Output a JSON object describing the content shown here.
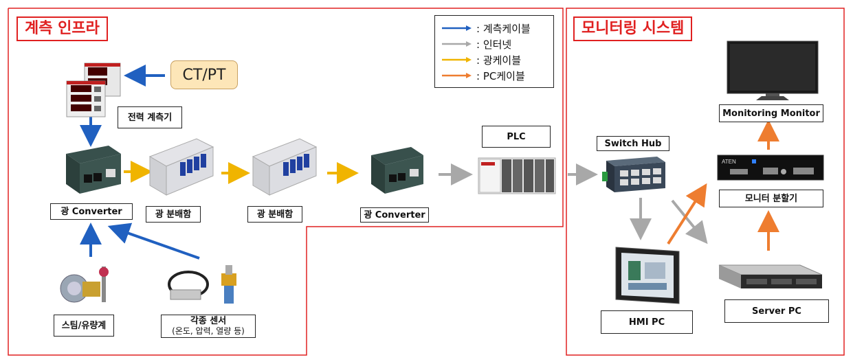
{
  "regions": {
    "left_title": "계측 인프라",
    "right_title": "모니터링 시스템"
  },
  "legend": {
    "items": [
      {
        "label": ": 계측케이블",
        "color": "#2060c0"
      },
      {
        "label": ": 인터넷",
        "color": "#a8a8a8"
      },
      {
        "label": ": 광케이블",
        "color": "#f0b400"
      },
      {
        "label": ": PC케이블",
        "color": "#ee7d30"
      }
    ]
  },
  "labels": {
    "ct_pt": "CT/PT",
    "power_meter": "전력 계측기",
    "optical_converter_left": "광 Converter",
    "optical_box_1": "광 분배함",
    "optical_box_2": "광 분배함",
    "optical_converter_right": "광 Converter",
    "plc": "PLC",
    "steam_flow": "스팀/유량계",
    "sensors_title": "각종 센서",
    "sensors_sub": "(온도, 압력, 열량 등)",
    "switch_hub": "Switch Hub",
    "monitoring_monitor": "Monitoring Monitor",
    "monitor_splitter": "모니터 분할기",
    "hmi_pc": "HMI PC",
    "server_pc": "Server PC"
  },
  "device_text": {
    "splitter_brand": "ATEN"
  },
  "colors": {
    "region_red": "#e02020",
    "measure_blue": "#2060c0",
    "internet_gray": "#a8a8a8",
    "optical_yellow": "#f0b400",
    "pc_orange": "#ee7d30"
  }
}
